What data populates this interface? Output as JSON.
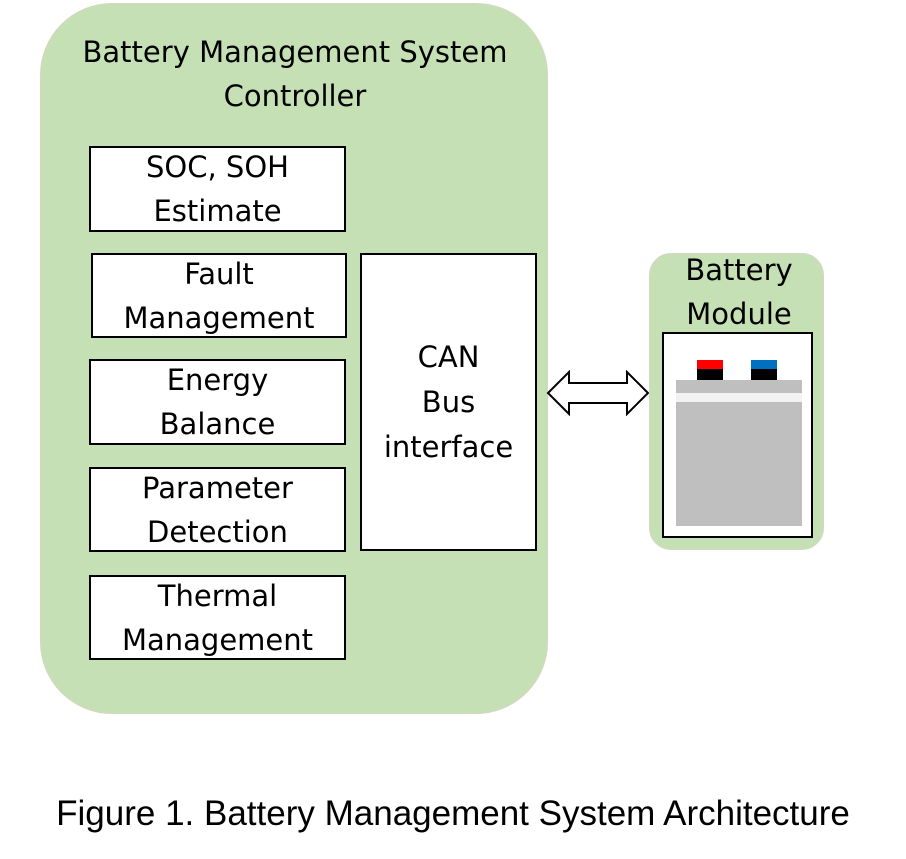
{
  "controller": {
    "title_line1": "Battery Management System",
    "title_line2": "Controller",
    "functions": [
      {
        "line1": "SOC, SOH",
        "line2": "Estimate"
      },
      {
        "line1": "Fault",
        "line2": "Management"
      },
      {
        "line1": "Energy",
        "line2": "Balance"
      },
      {
        "line1": "Parameter",
        "line2": "Detection"
      },
      {
        "line1": "Thermal",
        "line2": "Management"
      }
    ],
    "can": {
      "line1": "CAN",
      "line2": "Bus",
      "line3": "interface"
    }
  },
  "module": {
    "title_line1": "Battery",
    "title_line2": "Module"
  },
  "caption": "Figure 1. Battery Management System Architecture",
  "colors": {
    "panel_fill": "#c5e0b4",
    "cell_body": "#bfbfbf",
    "positive_terminal": "#ff0000",
    "negative_terminal": "#0070c0"
  }
}
